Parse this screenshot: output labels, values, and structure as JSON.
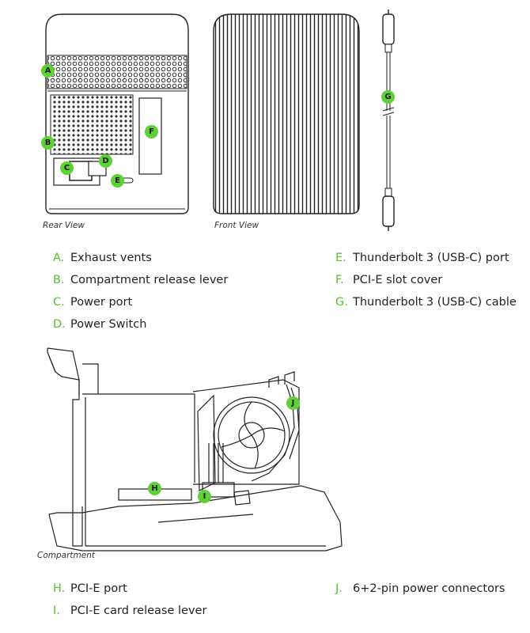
{
  "colors": {
    "callout": "#5fd136",
    "legend_letter": "#55c22e",
    "line": "#222222"
  },
  "captions": {
    "rear": "Rear View",
    "front": "Front View",
    "compartment": "Compartment"
  },
  "callouts": {
    "a": "A",
    "b": "B",
    "c": "C",
    "d": "D",
    "e": "E",
    "f": "F",
    "g": "G",
    "h": "H",
    "i": "I",
    "j": "J"
  },
  "legend_top_left": [
    {
      "letter": "A.",
      "text": "Exhaust vents"
    },
    {
      "letter": "B.",
      "text": "Compartment release lever"
    },
    {
      "letter": "C.",
      "text": "Power port"
    },
    {
      "letter": "D.",
      "text": "Power Switch"
    }
  ],
  "legend_top_right": [
    {
      "letter": "E.",
      "text": "Thunderbolt 3 (USB-C) port"
    },
    {
      "letter": "F.",
      "text": "PCI-E slot cover"
    },
    {
      "letter": "G.",
      "text": "Thunderbolt 3 (USB-C) cable"
    }
  ],
  "legend_bottom_left": [
    {
      "letter": "H.",
      "text": "PCI-E port"
    },
    {
      "letter": "I.",
      "text": "PCI-E card release lever"
    }
  ],
  "legend_bottom_right": [
    {
      "letter": "J.",
      "text": "6+2-pin power connectors"
    }
  ]
}
